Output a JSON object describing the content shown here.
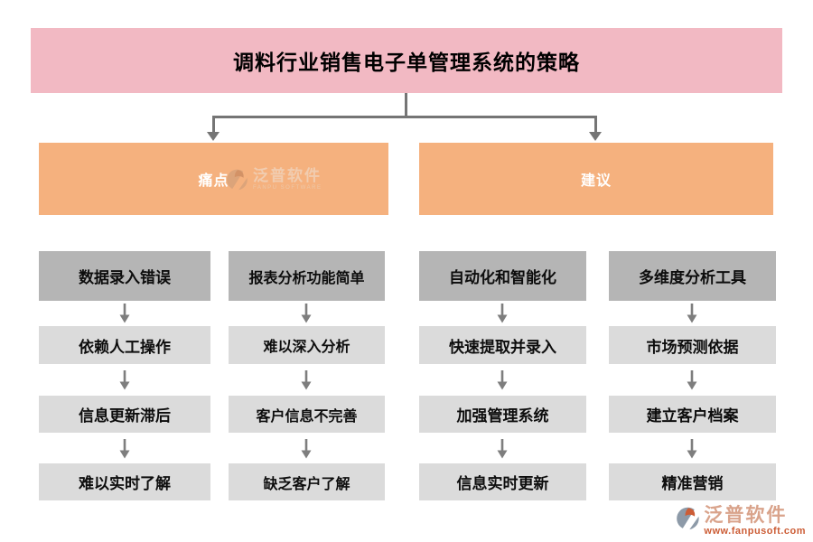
{
  "title": "调料行业销售电子单管理系统的策略",
  "branches": [
    {
      "label": "痛点",
      "columns": [
        [
          "数据录入错误",
          "依赖人工操作",
          "信息更新滞后",
          "难以实时了解"
        ],
        [
          "报表分析功能简单",
          "难以深入分析",
          "客户信息不完善",
          "缺乏客户了解"
        ]
      ]
    },
    {
      "label": "建议",
      "columns": [
        [
          "自动化和智能化",
          "快速提取并录入",
          "加强管理系统",
          "信息实时更新"
        ],
        [
          "多维度分析工具",
          "市场预测依据",
          "建立客户档案",
          "精准营销"
        ]
      ]
    }
  ],
  "watermark_center": {
    "brand": "泛普软件",
    "brand_en": "FANPU SOFTWARE"
  },
  "watermark_corner": {
    "brand": "泛普软件",
    "url": "www.fanpusoft.com"
  },
  "colors": {
    "banner-pink": "#f2b9c3",
    "branch-orange": "#f5b17e",
    "box-gray-dark": "#b5b5b5",
    "box-gray-light": "#dbdbdb",
    "line-gray": "#757575",
    "arrow-gray": "#7e7e7e",
    "brand-slate": "#8d9aa8",
    "brand-orange": "#cc5d36",
    "watermark-brand-pale": "#d9a38b"
  }
}
